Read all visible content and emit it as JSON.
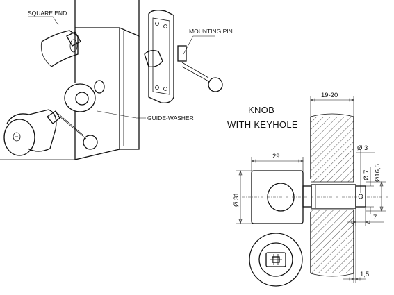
{
  "callouts": {
    "square_end": "SQUARE END",
    "mounting_pin": "MOUNTING PIN",
    "guide_washer": "GUIDE-WASHER"
  },
  "title": {
    "line1": "KNOB",
    "line2": "WITH KEYHOLE"
  },
  "dimensions": {
    "door_thickness": "19-20",
    "knob_width": "29",
    "knob_diameter": "Ø 31",
    "pin_diameter": "Ø 3",
    "shaft_diameter": "Ø 7",
    "end_diameter": "Ø16,5",
    "end_length": "7",
    "plate_thickness": "1,5"
  },
  "colors": {
    "line": "#111111",
    "background": "#ffffff"
  }
}
